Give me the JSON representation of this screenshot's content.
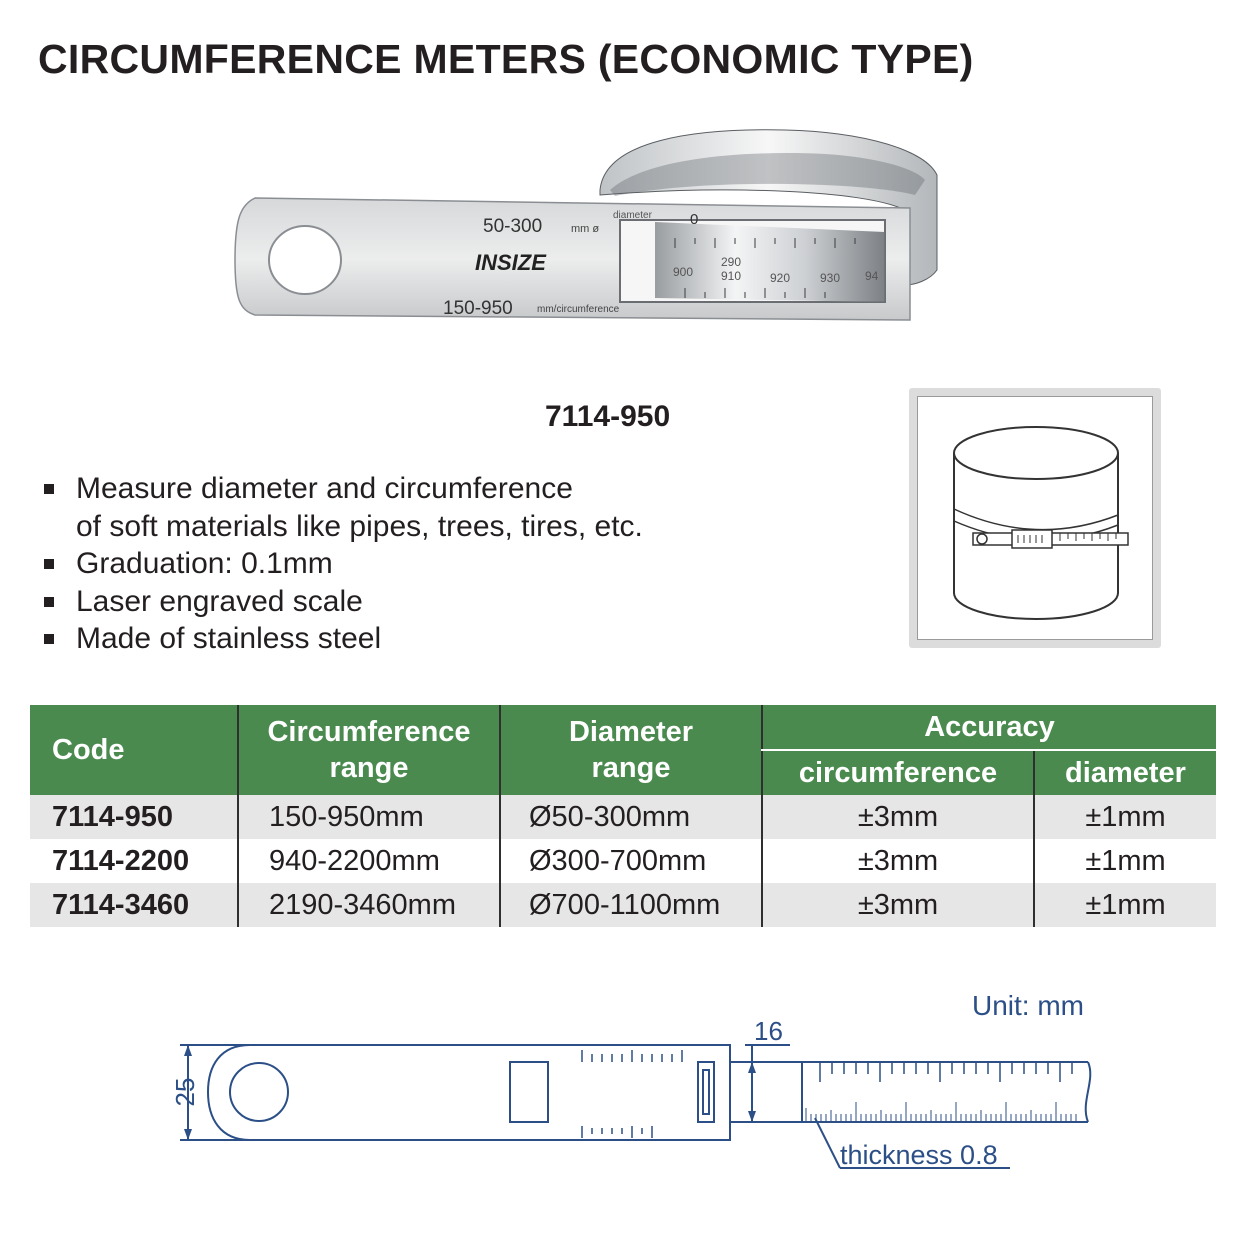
{
  "header": {
    "title": "CIRCUMFERENCE METERS (ECONOMIC TYPE)"
  },
  "photo": {
    "brand": "INSIZE",
    "diameter_range": "50-300",
    "diameter_unit": "mm ø",
    "diameter_word": "diameter",
    "circ_range": "150-950",
    "circ_unit": "mm/circumference",
    "scale_zero": "0",
    "scale_numbers": [
      "290",
      "900",
      "910",
      "920",
      "930",
      "94"
    ]
  },
  "model_code": "7114-950",
  "features": [
    "Measure diameter and circumference",
    "of soft materials like pipes, trees, tires, etc.",
    "Graduation: 0.1mm",
    "Laser engraved scale",
    "Made of stainless steel"
  ],
  "table": {
    "headers": {
      "code": "Code",
      "circumference_range": [
        "Circumference",
        "range"
      ],
      "diameter_range": [
        "Diameter",
        "range"
      ],
      "accuracy": "Accuracy",
      "accuracy_circumference": "circumference",
      "accuracy_diameter": "diameter"
    },
    "rows": [
      {
        "code": "7114-950",
        "circ": "150-950mm",
        "dia": "Ø50-300mm",
        "acc_c": "±3mm",
        "acc_d": "±1mm"
      },
      {
        "code": "7114-2200",
        "circ": "940-2200mm",
        "dia": "Ø300-700mm",
        "acc_c": "±3mm",
        "acc_d": "±1mm"
      },
      {
        "code": "7114-3460",
        "circ": "2190-3460mm",
        "dia": "Ø700-1100mm",
        "acc_c": "±3mm",
        "acc_d": "±1mm"
      }
    ]
  },
  "drawing": {
    "unit": "Unit: mm",
    "dim_height": "25",
    "dim_tape": "16",
    "thickness": "thickness 0.8",
    "line_color": "#2b4f86"
  }
}
